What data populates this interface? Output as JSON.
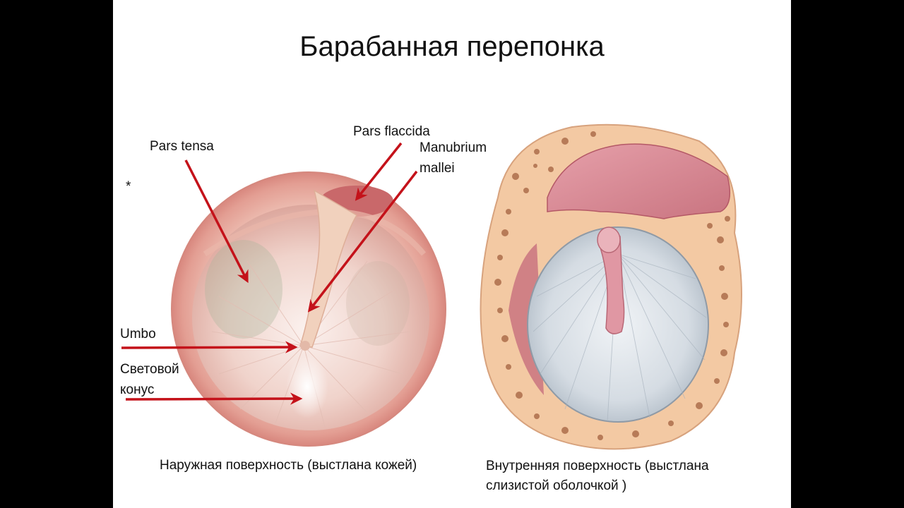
{
  "slide": {
    "title": "Барабанная перепонка",
    "asterisk": "*",
    "labels": {
      "pars_tensa": "Pars tensa",
      "pars_flaccida": "Pars flaccida",
      "manubrium_line1": "Manubrium",
      "manubrium_line2": "mallei",
      "umbo": "Umbo",
      "light_cone_line1": "Световой",
      "light_cone_line2": "конус"
    },
    "captions": {
      "outer": "Наружная поверхность (выстлана кожей)",
      "inner_line1": "Внутренняя поверхность (выстлана",
      "inner_line2": "слизистой оболочкой )"
    }
  },
  "colors": {
    "arrow": "#c4121a",
    "membrane_outer": "#e8a59d",
    "membrane_inner": "#dde3e8",
    "bone": "#f3c9a3",
    "mucosa": "#d98892"
  }
}
